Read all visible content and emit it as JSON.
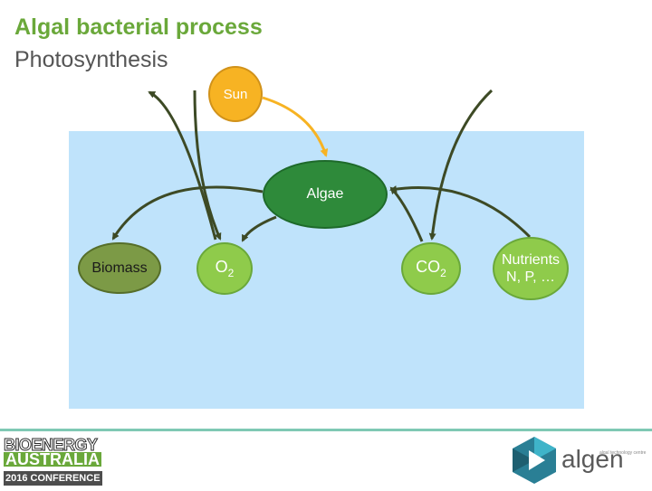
{
  "title": "Algal bacterial process",
  "subtitle": "Photosynthesis",
  "nodes": {
    "sun": "Sun",
    "algae": "Algae",
    "biomass": "Biomass",
    "o2": {
      "main": "O",
      "sub": "2"
    },
    "co2": {
      "main": "CO",
      "sub": "2"
    },
    "nutrients": {
      "line1": "Nutrients",
      "line2": "N, P, …"
    }
  },
  "logos": {
    "conference": {
      "line1": "BIOENERGY",
      "line2": "AUSTRALIA",
      "line3": "2016 CONFERENCE"
    },
    "brand": {
      "name": "algen",
      "tagline": "algal technology centre"
    }
  },
  "colors": {
    "title": "#6aa83a",
    "water": "#bfe3fb",
    "sun": "#f7b323",
    "algae": "#2e8a3a",
    "biomass": "#7c9a46",
    "gas": "#8fcb4b",
    "arrow_dark": "#3d4a25",
    "arrow_sun": "#f7b323"
  }
}
